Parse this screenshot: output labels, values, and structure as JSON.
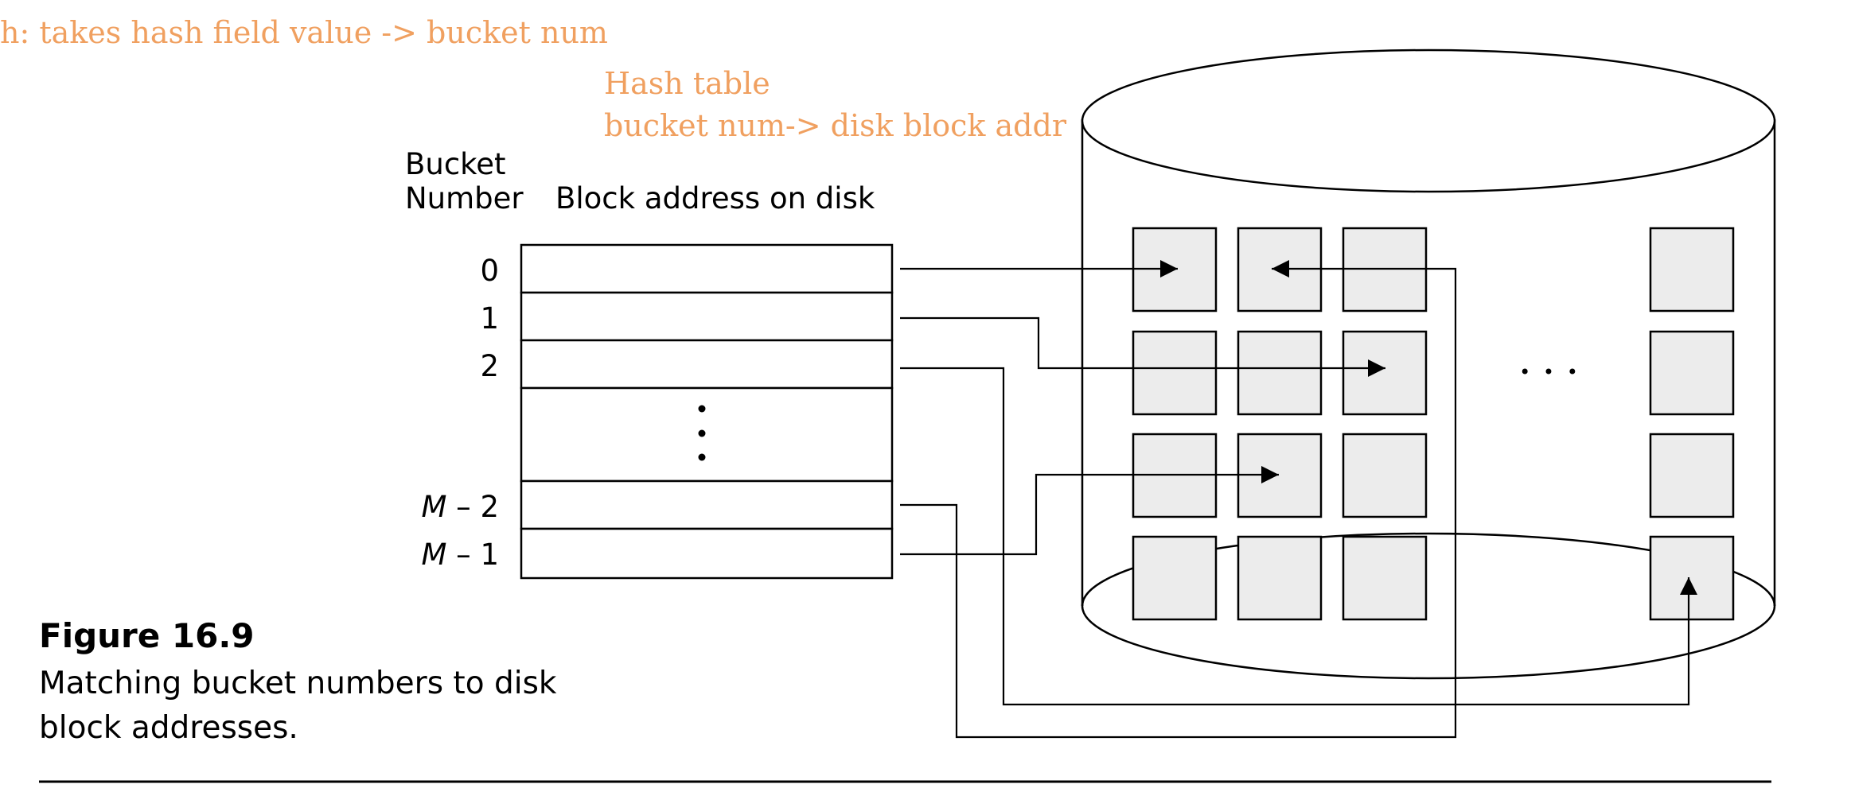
{
  "colors": {
    "annotation": "#f0a060",
    "ink": "#000000",
    "block_fill": "#ececec"
  },
  "annotations": {
    "hash_function": "h: takes hash field value -> bucket num",
    "hash_table": "Hash table",
    "bucket_to_block": "bucket num-> disk block addr"
  },
  "table": {
    "bucket_header_line1": "Bucket",
    "bucket_header_line2": "Number",
    "address_header": "Block address on disk",
    "rows": [
      {
        "label": "0"
      },
      {
        "label": "1"
      },
      {
        "label": "2"
      },
      {
        "label": "M",
        "suffix": " – 2"
      },
      {
        "label": "M",
        "suffix": " – 1"
      }
    ],
    "vertical_ellipsis": true
  },
  "disk": {
    "horizontal_ellipsis": "• • •"
  },
  "caption": {
    "title": "Figure 16.9",
    "text": "Matching bucket numbers to disk block addresses."
  }
}
